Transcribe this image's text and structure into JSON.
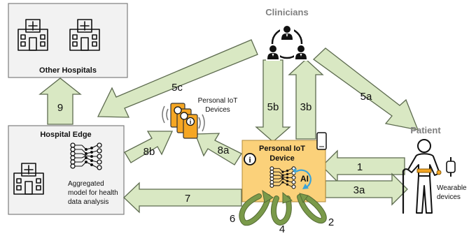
{
  "labels": {
    "clinicians": "Clinicians",
    "other_hospitals": "Other Hospitals",
    "hospital_edge": "Hospital Edge",
    "aggregated_model": [
      "Aggregated",
      "model for health",
      "data analysis"
    ],
    "personal_iot_devices": [
      "Personal IoT",
      "Devices"
    ],
    "personal_iot_device": [
      "Personal IoT",
      "Device"
    ],
    "ai": "AI",
    "patient": "Patient",
    "wearable_devices": [
      "Wearable",
      "devices"
    ]
  },
  "arrows": {
    "a1": "1",
    "a2": "2",
    "a3a": "3a",
    "a3b": "3b",
    "a4": "4",
    "a5a": "5a",
    "a5b": "5b",
    "a5c": "5c",
    "a6": "6",
    "a7": "7",
    "a8a": "8a",
    "a8b": "8b",
    "a9": "9"
  },
  "icons": {
    "hospital": "hospital-building-icon",
    "clinician": "person-icon",
    "network": "neural-network-icon",
    "info": "info-icon",
    "phone": "smartphone-icon",
    "watch": "smartwatch-icon",
    "patient": "elderly-person-with-cane-icon"
  },
  "colors": {
    "box_fill": "#f2f2f2",
    "device_fill": "#fbd17a",
    "arrow_fill": "#d9e8c3",
    "arrow_stroke": "#5d6b4f",
    "orange": "#f5a623"
  }
}
